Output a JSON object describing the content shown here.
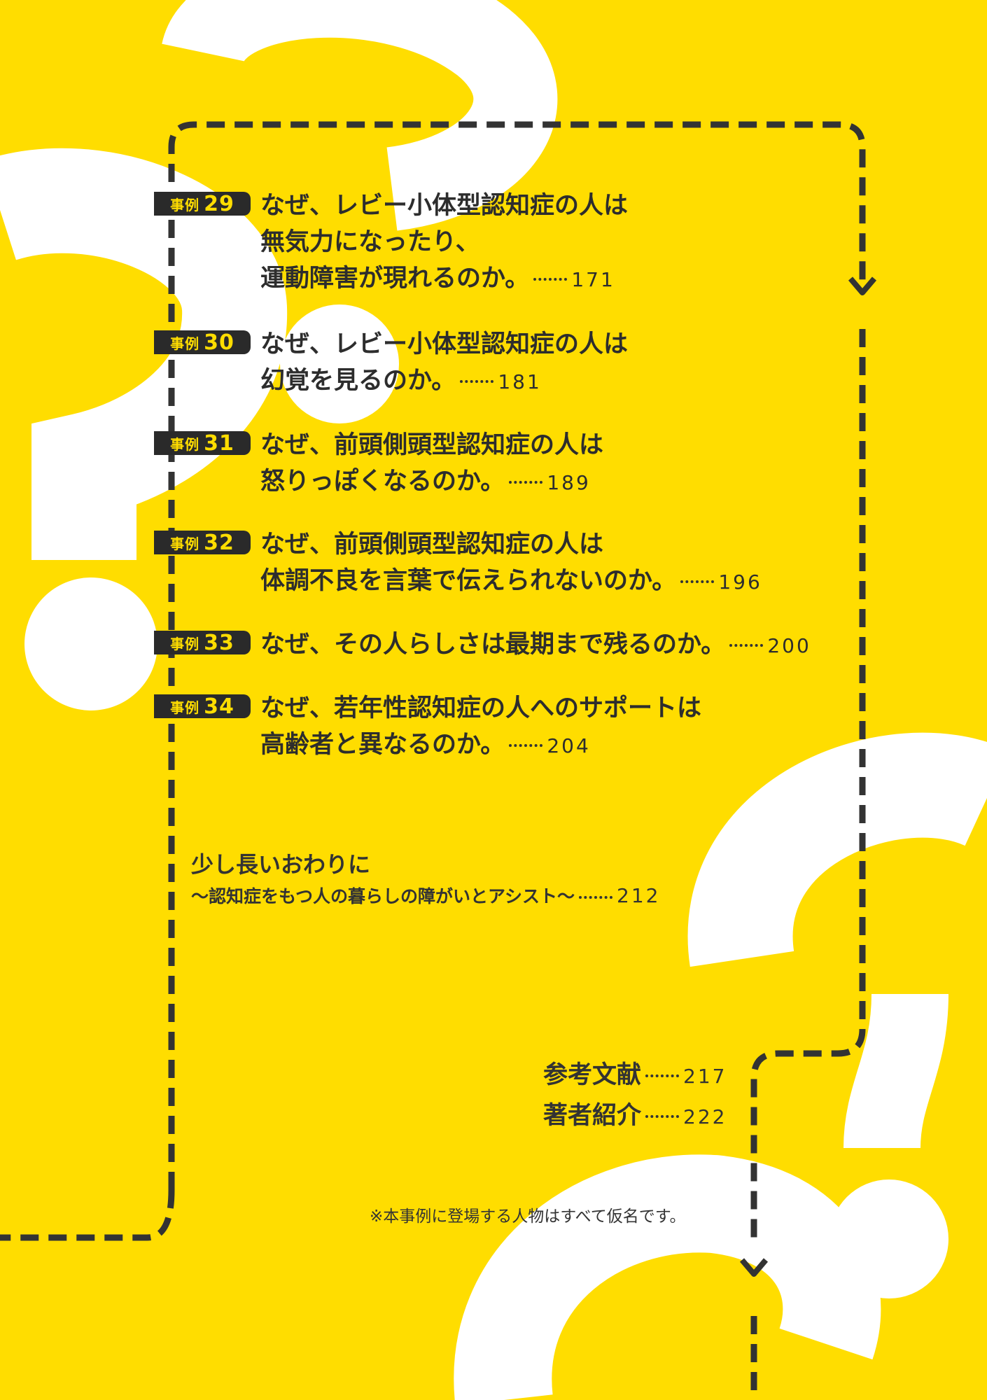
{
  "entries": [
    {
      "label": "事例",
      "number": "29",
      "lines": [
        "なぜ、レビー小体型認知症の人は",
        "無気力になったり、",
        "運動障害が現れるのか。"
      ],
      "page": "171"
    },
    {
      "label": "事例",
      "number": "30",
      "lines": [
        "なぜ、レビー小体型認知症の人は",
        "幻覚を見るのか。"
      ],
      "page": "181"
    },
    {
      "label": "事例",
      "number": "31",
      "lines": [
        "なぜ、前頭側頭型認知症の人は",
        "怒りっぽくなるのか。"
      ],
      "page": "189"
    },
    {
      "label": "事例",
      "number": "32",
      "lines": [
        "なぜ、前頭側頭型認知症の人は",
        "体調不良を言葉で伝えられないのか。"
      ],
      "page": "196"
    },
    {
      "label": "事例",
      "number": "33",
      "lines": [
        "なぜ、その人らしさは最期まで残るのか。"
      ],
      "page": "200"
    },
    {
      "label": "事例",
      "number": "34",
      "lines": [
        "なぜ、若年性認知症の人へのサポートは",
        "高齢者と異なるのか。"
      ],
      "page": "204"
    }
  ],
  "closing": {
    "title": "少し長いおわりに",
    "subtitle": "〜認知症をもつ人の暮らしの障がいとアシスト〜",
    "page": "212"
  },
  "back_matter": [
    {
      "title": "参考文献",
      "page": "217"
    },
    {
      "title": "著者紹介",
      "page": "222"
    }
  ],
  "note": "※本事例に登場する人物はすべて仮名です。",
  "colors": {
    "background": "#FFDD00",
    "text": "#333333",
    "shapes": "#FFFFFF"
  }
}
